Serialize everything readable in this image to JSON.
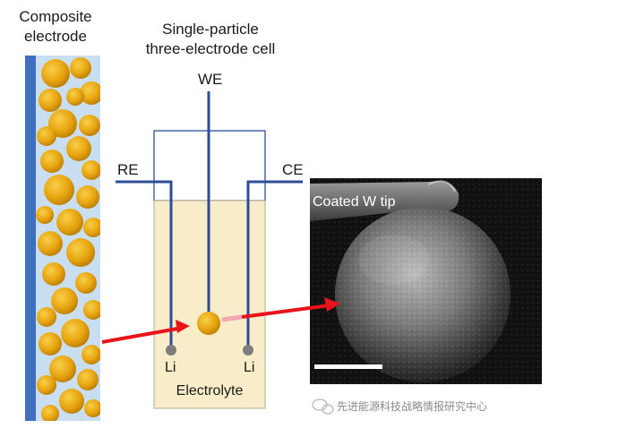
{
  "composite": {
    "line1": "Composite",
    "line2": "electrode"
  },
  "cell": {
    "line1": "Single-particle",
    "line2": "three-electrode cell"
  },
  "electrodes": {
    "we": "WE",
    "re": "RE",
    "ce": "CE"
  },
  "li_left": "Li",
  "li_right": "Li",
  "electrolyte": "Electrolyte",
  "sem": {
    "tip_label": "Coated W tip"
  },
  "watermark": "先进能源科技战略情报研究中心",
  "colors": {
    "particle": "#e8a50f",
    "particle_dark": "#b97c05",
    "current_collector": "#3f6fc1",
    "electrode_bg": "#c9def0",
    "electrolyte": "#f8ecc9",
    "wire": "#2d4d96",
    "arrow": "#e8141a",
    "li_dot": "#7d7d7d"
  }
}
